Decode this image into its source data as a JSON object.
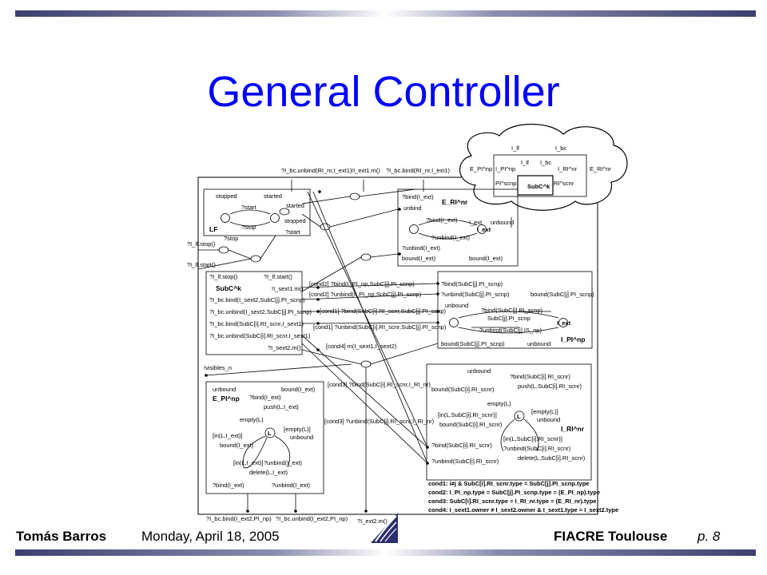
{
  "slide": {
    "title": "General Controller"
  },
  "footer": {
    "author": "Tomás Barros",
    "date": "Monday, April 18, 2005",
    "event": "FIACRE Toulouse",
    "page": "p. 8"
  },
  "diagram": {
    "cloud": {
      "box_label": "SubC^k",
      "ports": [
        "I_lf",
        "I_bc",
        "E_PI^np",
        "I_PI^np",
        "I_RI^nr",
        "E_RI^nr",
        "PI^scnp",
        "RI^scnr",
        "I_lf",
        "I_bc"
      ]
    },
    "top_labels": [
      "?I_bc.unbind(RI_nr,I_ext1)",
      "!I_ext1.m()",
      "?I_bc.bind(RI_nr,I_ext1)"
    ],
    "lf_box": {
      "name": "LF",
      "labels": [
        "stopped",
        "started",
        "?start",
        "?stop",
        "started",
        "stopped",
        "?stop",
        "?start"
      ]
    },
    "left_labels": [
      "?I_lf.stop()",
      "?I_lf.start()",
      "!visibles_n"
    ],
    "subc_box": {
      "name": "SubC^k",
      "labels": [
        "?I_lf.stop()",
        "?I_lf.start()",
        "!I_sext1.m()",
        "?I_bc.bind(I_sext2,SubC[j].PI_scnp)",
        "?I_bc.unbind(I_sext2,SubC[j].PI_scnp)",
        "?I_bc.bind(SubC[i].RI_scnr,I_sext1)",
        "?I_bc.unbind(SubC[i].RI_scnr,I_sext1)",
        "?I_sext2.m()"
      ]
    },
    "e_ri_box": {
      "name": "E_RI^nr",
      "labels": [
        "?bind(I_ext)",
        "unbind",
        "?bind(I_ext)",
        "I_ext",
        "?unbind(I_ext)",
        "unbound",
        "?unbind(I_ext)",
        "bound(I_ext)",
        "bound(I_ext)",
        "I_ext"
      ]
    },
    "i_pi_box": {
      "name": "I_PI^np",
      "labels": [
        "?bind(SubC[j].PI_scnp)",
        "?unbind(SubC[j].PI_scnp)",
        "unbound",
        "?bind(SubC[j].PI_scnp)",
        "SubC[j].PI_scnp",
        "bound(SubC[j].PI_scnp)",
        "?unbind(SubC[j].IS_np)",
        "I_ext",
        "bound(SubC[j].PI_scnp)",
        "unbound"
      ]
    },
    "conds_mid": [
      "[cond2] ?bind(I_PI_np,SubC[j].PI_scnp)",
      "[cond2] ?unbind(I_PI_np,SubC[j].PI_scnp)",
      "[cond1] ?bind(SubC[i].RI_scnr,SubC[j].PI_scnp)",
      "[cond1] ?unbind(SubC[i].RI_scnr,SubC[j].PI_scnp)",
      "[cond4] m(I_sext1,I_sext2)",
      "[cond3] ?bind(SubC[i].RI_scnr,I_RI_nr)",
      "[cond3] ?unbind(SubC[i].RI_scnr,I_RI_nr)"
    ],
    "e_pi_box": {
      "name": "E_PI^np",
      "labels": [
        "unbound",
        "bound(I_ext)",
        "?bind(I_ext)",
        "push(L,I_ext)",
        "empty(L)",
        "[empty(L)]",
        "unbound",
        "[in(L,I_ext)]",
        "bound(I_ext)",
        "L",
        "[in(L,I_ext)]",
        "?unbind(I_ext)",
        "delete(L,I_ext)",
        "?bind(I_ext)",
        "?unbind(I_ext)"
      ]
    },
    "i_ri_box": {
      "name": "I_RI^nr",
      "labels": [
        "unbound",
        "?bind(SubC[i].RI_scnr)",
        "push(L,SubC[i].RI_scnr)",
        "bound(SubC[i].RI_scnr)",
        "empty(L)",
        "[in(L,SubC[i].RI_scnr)]",
        "bound(SubC[i].RI_scnr)",
        "[empty(L)]",
        "unbound",
        "L",
        "[in(L,SubC[i].RI_scnr)]",
        "?unbind(SubC[i].RI_scnr)",
        "delete(L,SubC[i].RI_scnr)",
        "?bind(SubC[i].RI_scnr)",
        "?unbind(SubC[i].RI_scnr)"
      ]
    },
    "bottom_labels": [
      "?I_bc.bind(I_ext2,PI_np)",
      "?I_bc.unbind(I_ext2,PI_np)",
      "?I_ext2.m()"
    ],
    "conditions": [
      "cond1: i≠j & SubC[i].RI_scnr.type = SubC[j].PI_scnp.type",
      "cond2: I_PI_np.type = SubC[j].PI_scnp.type = (E_PI_np).type",
      "cond3: SubC[i].RI_scnr.type = I_RI_nr.type = (E_RI_nr).type",
      "cond4: I_sext1.owner ≠ I_sext2.owner & I_sext1.type = I_sext2.type"
    ]
  },
  "colors": {
    "title": "#0000ff",
    "bar_dark": "#3d3f6e",
    "logo": "#2b2d6e"
  }
}
